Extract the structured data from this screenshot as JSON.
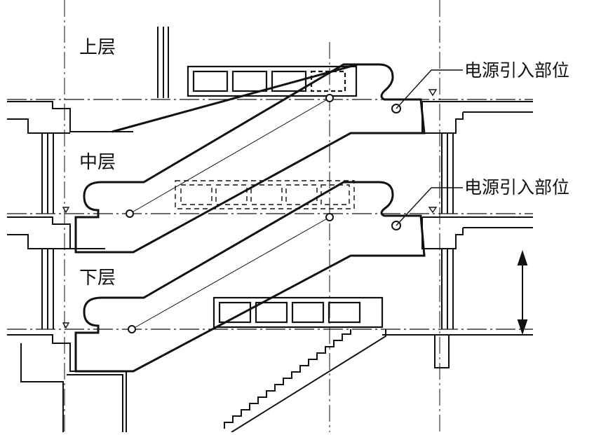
{
  "diagram": {
    "floors": {
      "upper": "上层",
      "middle": "中层",
      "lower": "下层"
    },
    "callouts": [
      {
        "id": "upper-power-entry",
        "label": "电源引入部位"
      },
      {
        "id": "middle-power-entry",
        "label": "电源引入部位"
      }
    ]
  }
}
